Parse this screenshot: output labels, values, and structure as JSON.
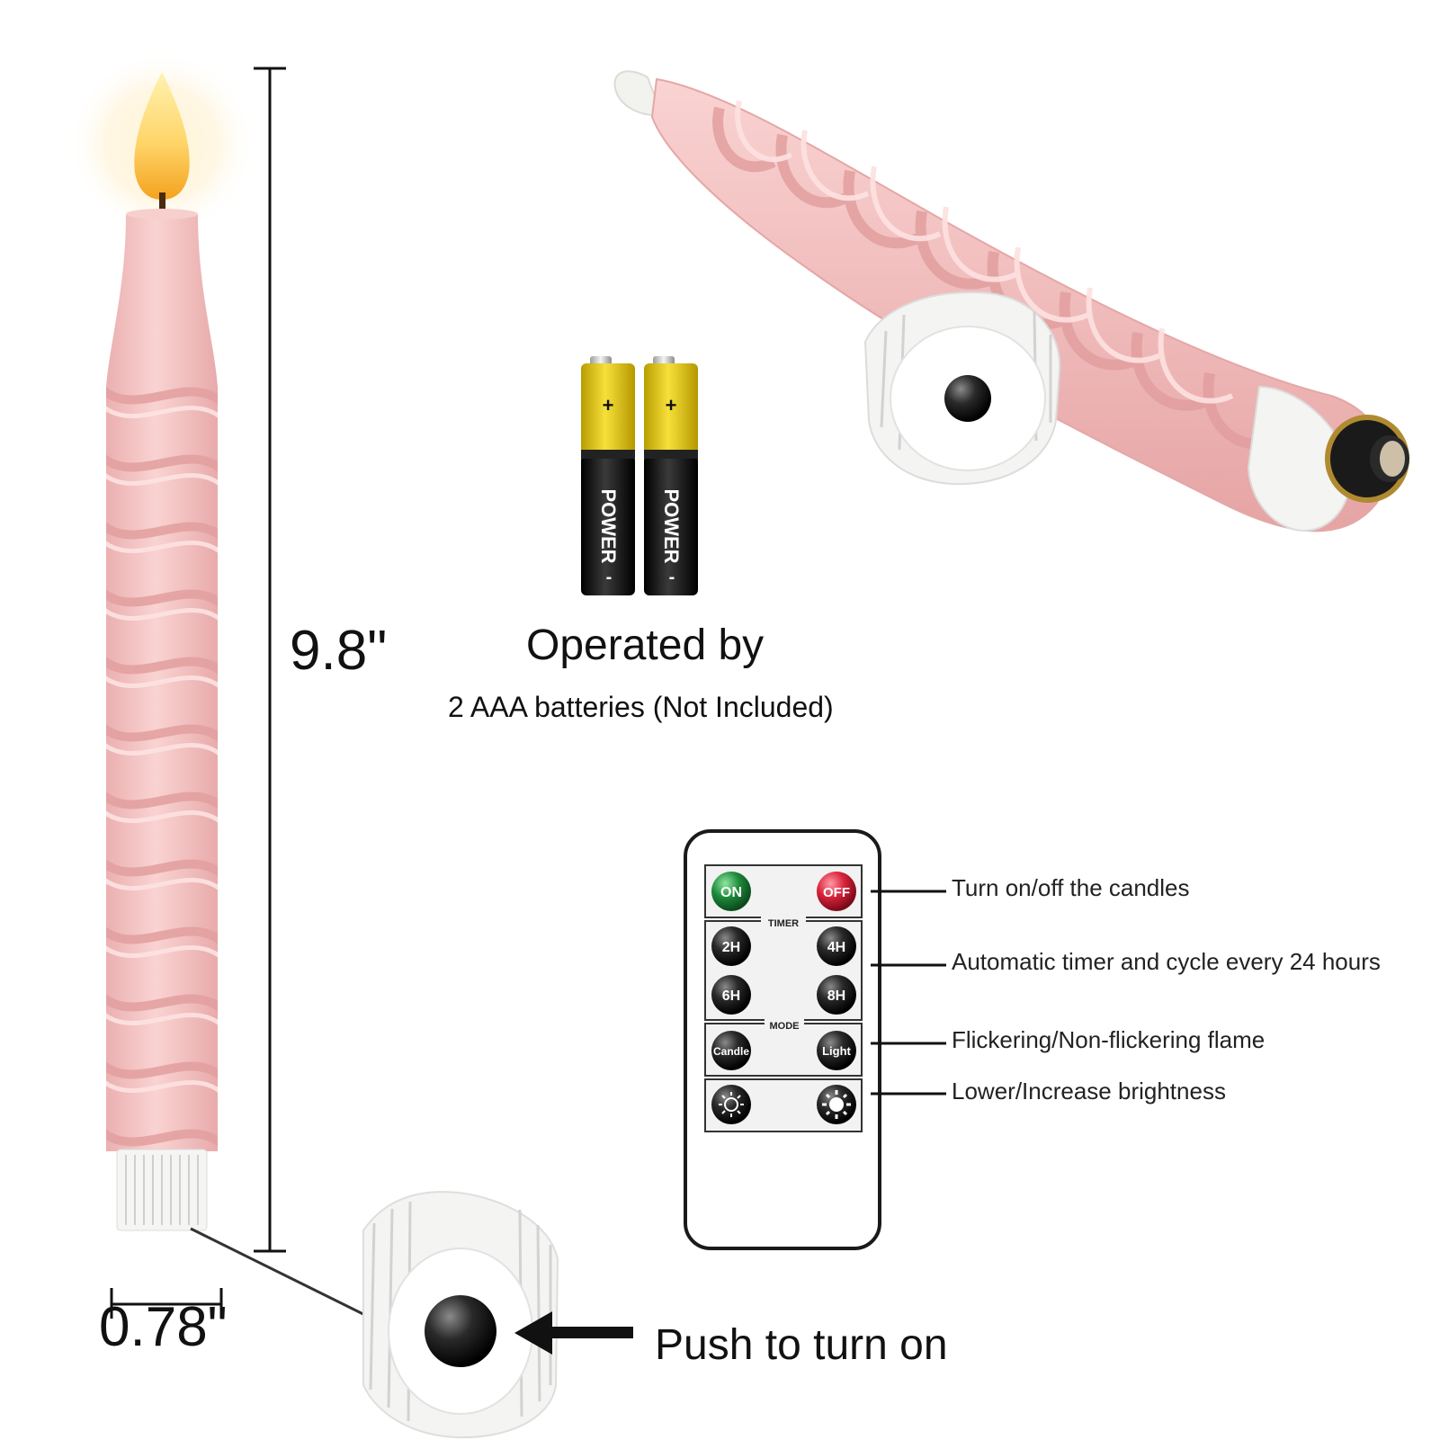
{
  "dimensions": {
    "height": "9.8\"",
    "width": "0.78\""
  },
  "batteries": {
    "title": "Operated by",
    "subtitle": "2 AAA batteries (Not Included)",
    "brand_label": "POWER",
    "plus_sign": "+",
    "minus_sign": "-"
  },
  "push_label": "Push to turn on",
  "remote": {
    "buttons": {
      "on": "ON",
      "off": "OFF",
      "timer_2h": "2H",
      "timer_4h": "4H",
      "timer_6h": "6H",
      "timer_8h": "8H",
      "mode_candle": "Candle",
      "mode_light": "Light"
    },
    "groups": {
      "timer": "TIMER",
      "mode": "MODE"
    },
    "features": [
      "Turn on/off the candles",
      "Automatic timer and cycle every 24 hours",
      "Flickering/Non-flickering flame",
      "Lower/Increase brightness"
    ]
  },
  "colors": {
    "candle_pink": "#f6c9c8",
    "candle_pink_dark": "#e7aaa9",
    "base_white": "#f6f6f4",
    "battery_yellow": "#f2d400",
    "battery_black": "#111111",
    "on_green": "#1f8a3b",
    "off_red": "#d8223a"
  }
}
